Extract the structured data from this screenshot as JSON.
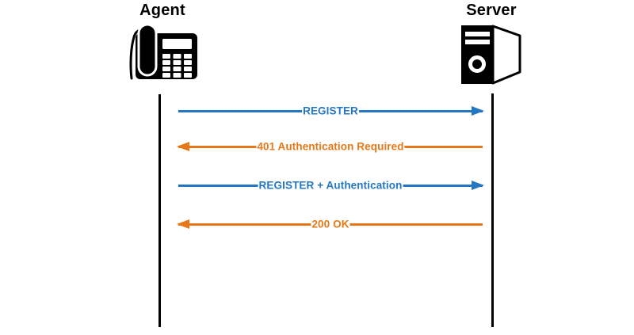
{
  "diagram": {
    "type": "sequence",
    "participants": [
      {
        "name": "Agent",
        "icon": "desk-phone-icon"
      },
      {
        "name": "Server",
        "icon": "server-tower-icon"
      }
    ],
    "messages": [
      {
        "label": "REGISTER",
        "from": "Agent",
        "to": "Server",
        "color": "#2577C4"
      },
      {
        "label": "401 Authentication Required",
        "from": "Server",
        "to": "Agent",
        "color": "#E87817"
      },
      {
        "label": "REGISTER + Authentication",
        "from": "Agent",
        "to": "Server",
        "color": "#2577C4"
      },
      {
        "label": "200 OK",
        "from": "Server",
        "to": "Agent",
        "color": "#E87817"
      }
    ],
    "colors": {
      "agent_to_server": "#2577C4",
      "server_to_agent": "#E87817",
      "lifeline": "#000000",
      "background": "#ffffff",
      "label_text": "#000000"
    }
  }
}
